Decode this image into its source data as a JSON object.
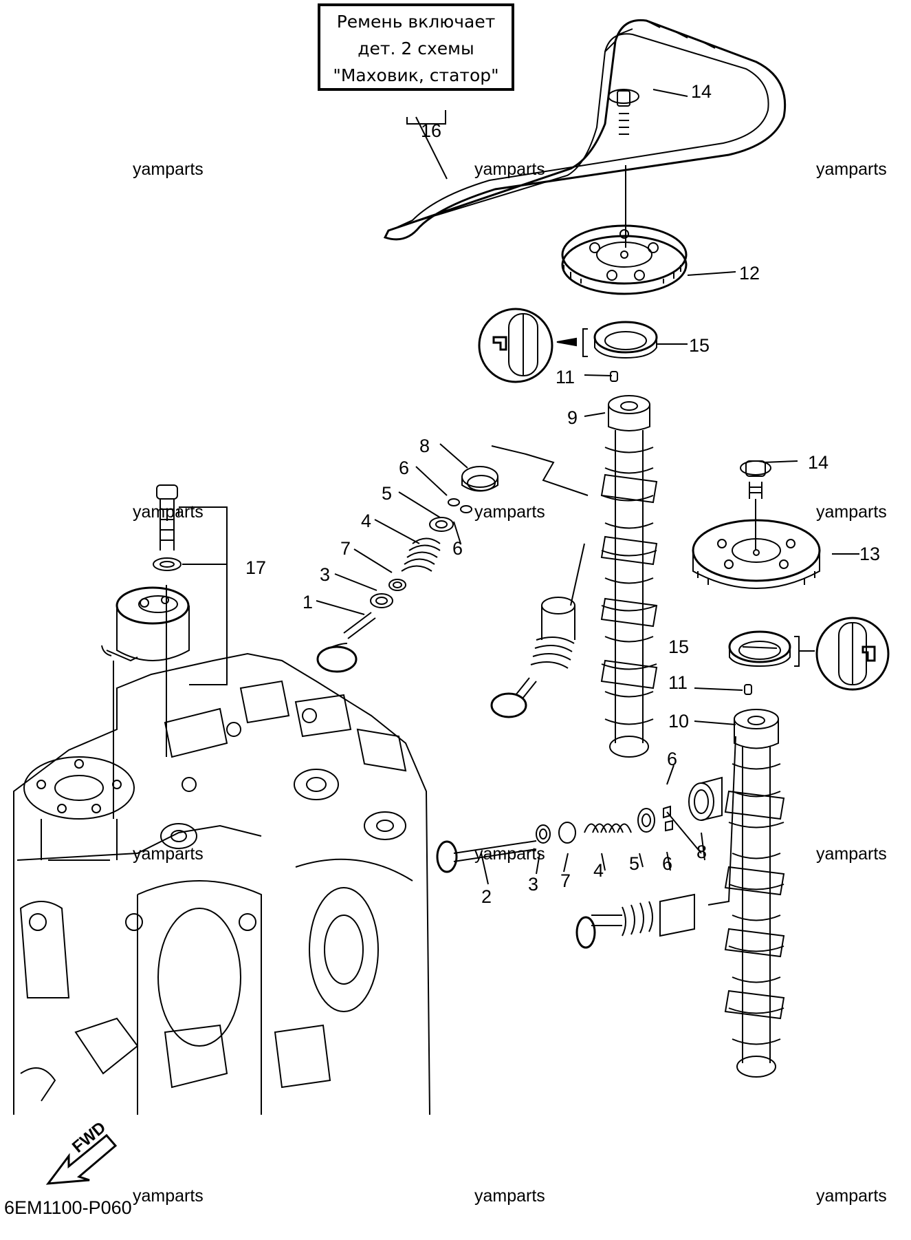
{
  "note": {
    "lines": [
      "Ремень включает",
      "дет. 2 схемы",
      "\"Маховик, статор\""
    ]
  },
  "watermark": "yamparts",
  "callouts": [
    "14",
    "16",
    "12",
    "15",
    "11",
    "9",
    "8",
    "6",
    "5",
    "4",
    "7",
    "3",
    "1",
    "17",
    "14",
    "13",
    "15",
    "11",
    "10",
    "6",
    "2",
    "3",
    "7",
    "4",
    "5",
    "6",
    "8",
    "6"
  ],
  "fwd_label": "FWD",
  "diagram_code": "6EM1100-P060"
}
